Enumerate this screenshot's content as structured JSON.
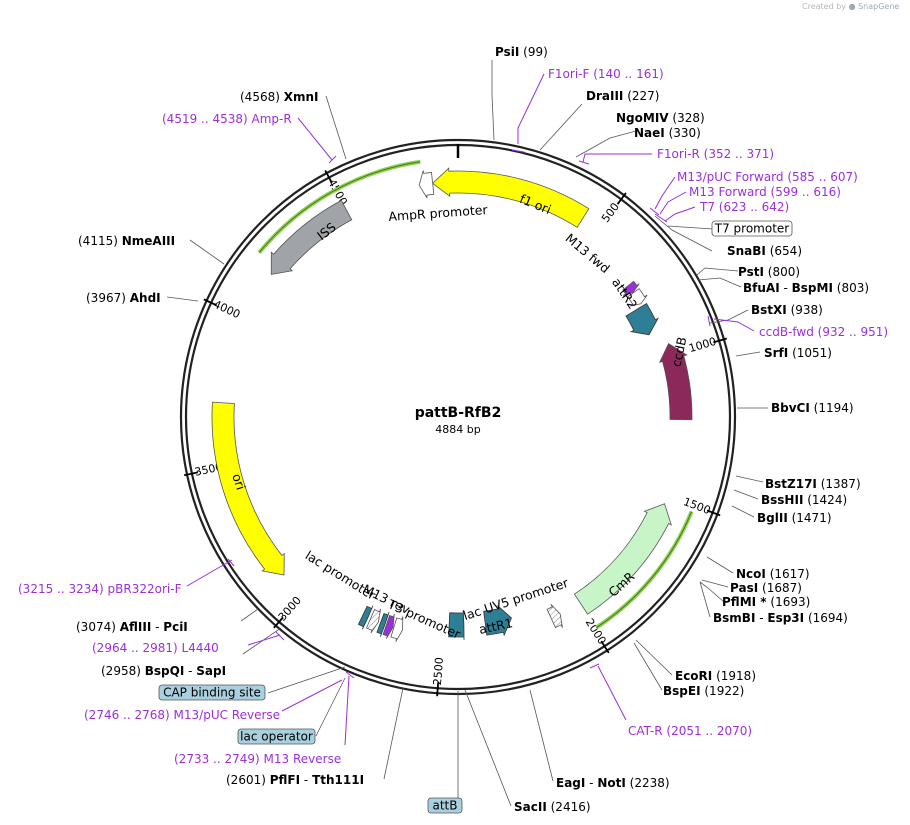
{
  "credit": {
    "prefix": "Created by",
    "brand": "SnapGene"
  },
  "plasmid": {
    "name": "pattB-RfB2",
    "length_label": "4884 bp"
  },
  "ticks": [
    {
      "label": "500",
      "pos": 500
    },
    {
      "label": "1000",
      "pos": 1000
    },
    {
      "label": "1500",
      "pos": 1500
    },
    {
      "label": "2000",
      "pos": 2000
    },
    {
      "label": "2500",
      "pos": 2500
    },
    {
      "label": "3000",
      "pos": 3000
    },
    {
      "label": "3500",
      "pos": 3500
    },
    {
      "label": "4000",
      "pos": 4000
    },
    {
      "label": "4500",
      "pos": 4500
    }
  ],
  "enzymes": [
    {
      "id": "psii",
      "name": "PsiI",
      "pos_label": "(99)"
    },
    {
      "id": "draiii",
      "name": "DraIII",
      "pos_label": "(227)"
    },
    {
      "id": "ngomiv",
      "name": "NgoMIV",
      "pos_label": "(328)"
    },
    {
      "id": "naei",
      "name": "NaeI",
      "pos_label": "(330)"
    },
    {
      "id": "snabi",
      "name": "SnaBI",
      "pos_label": "(654)"
    },
    {
      "id": "psti",
      "name": "PstI",
      "pos_label": "(800)"
    },
    {
      "id": "bfuai",
      "name": "BfuAI",
      "sep": " - ",
      "name2": "BspMI",
      "pos_label": "(803)"
    },
    {
      "id": "bstxi",
      "name": "BstXI",
      "pos_label": "(938)"
    },
    {
      "id": "srfi",
      "name": "SrfI",
      "pos_label": "(1051)"
    },
    {
      "id": "bbvci",
      "name": "BbvCI",
      "pos_label": "(1194)"
    },
    {
      "id": "bstz17i",
      "name": "BstZ17I",
      "pos_label": "(1387)"
    },
    {
      "id": "bsshii",
      "name": "BssHII",
      "pos_label": "(1424)"
    },
    {
      "id": "bglii",
      "name": "BglII",
      "pos_label": "(1471)"
    },
    {
      "id": "ncoi",
      "name": "NcoI",
      "pos_label": "(1617)"
    },
    {
      "id": "pasi",
      "name": "PasI",
      "pos_label": "(1687)"
    },
    {
      "id": "pflmi",
      "name": "PflMI *",
      "pos_label": "(1693)"
    },
    {
      "id": "bsmbi",
      "name": "BsmBI",
      "sep": " - ",
      "name2": "Esp3I",
      "pos_label": "(1694)"
    },
    {
      "id": "ecori",
      "name": "EcoRI",
      "pos_label": "(1918)"
    },
    {
      "id": "bspei",
      "name": "BspEI",
      "pos_label": "(1922)"
    },
    {
      "id": "eagi",
      "name": "EagI",
      "sep": " - ",
      "name2": "NotI",
      "pos_label": "(2238)"
    },
    {
      "id": "sacii",
      "name": "SacII",
      "pos_label": "(2416)"
    },
    {
      "id": "pflfi",
      "name": "PflFI",
      "sep": " - ",
      "name2": "Tth111I",
      "pos_label": "(2601)"
    },
    {
      "id": "bspqi",
      "name": "BspQI",
      "sep": " - ",
      "name2": "SapI",
      "pos_label": "(2958)"
    },
    {
      "id": "afliii",
      "name": "AflIII",
      "sep": " - ",
      "name2": "PciI",
      "pos_label": "(3074)"
    },
    {
      "id": "ahdi",
      "name": "AhdI",
      "pos_label": "(3967)"
    },
    {
      "id": "nmeaiii",
      "name": "NmeAIII",
      "pos_label": "(4115)"
    },
    {
      "id": "xmni",
      "name": "XmnI",
      "pos_label": "(4568)"
    }
  ],
  "primers": [
    {
      "id": "f1ori-f",
      "name": "F1ori-F",
      "range": "(140 .. 161)"
    },
    {
      "id": "f1ori-r",
      "name": "F1ori-R",
      "range": "(352 .. 371)"
    },
    {
      "id": "m13puc-fwd",
      "name": "M13/pUC Forward",
      "range": "(585 .. 607)"
    },
    {
      "id": "m13-fwd",
      "name": "M13 Forward",
      "range": "(599 .. 616)"
    },
    {
      "id": "t7",
      "name": "T7",
      "range": "(623 .. 642)"
    },
    {
      "id": "ccdb-fwd",
      "name": "ccdB-fwd",
      "range": "(932 .. 951)"
    },
    {
      "id": "cat-r",
      "name": "CAT-R",
      "range": "(2051 .. 2070)"
    },
    {
      "id": "m13-reverse",
      "name": "M13 Reverse",
      "range": "(2733 .. 2749)"
    },
    {
      "id": "m13puc-rev",
      "name": "M13/pUC Reverse",
      "range": "(2746 .. 2768)"
    },
    {
      "id": "l4440",
      "name": "L4440",
      "range": "(2964 .. 2981)"
    },
    {
      "id": "pbr322ori-f",
      "name": "pBR322ori-F",
      "range": "(3215 .. 3234)"
    },
    {
      "id": "amp-r",
      "name": "Amp-R",
      "range": "(4519 .. 4538)"
    }
  ],
  "boxed_features": [
    {
      "id": "t7-promoter",
      "name": "T7 promoter",
      "fill": "#ffffff"
    },
    {
      "id": "cap-site",
      "name": "CAP binding site",
      "fill": "#a8d0de"
    },
    {
      "id": "lac-operator",
      "name": "lac operator",
      "fill": "#a8d0de"
    },
    {
      "id": "attb",
      "name": "attB",
      "fill": "#a8d0de"
    }
  ],
  "features": [
    {
      "id": "f1-ori",
      "name": "f1 ori",
      "color": "#ffff00"
    },
    {
      "id": "ampr-promoter",
      "name": "AmpR promoter",
      "color": "#ffffff"
    },
    {
      "id": "iss",
      "name": "ISS",
      "color": "#a0a4a8"
    },
    {
      "id": "ccdb",
      "name": "ccdB",
      "color": "#8b2a5a"
    },
    {
      "id": "cmr",
      "name": "CmR",
      "color": "#c8f5c8"
    },
    {
      "id": "ori",
      "name": "ori",
      "color": "#ffff00"
    },
    {
      "id": "attr1",
      "name": "attR1",
      "color": "#2e7f96"
    },
    {
      "id": "attr2",
      "name": "attR2",
      "color": "#2e7f96"
    },
    {
      "id": "lac-uv5",
      "name": "lac UV5 promoter",
      "color": "#ffffff"
    },
    {
      "id": "t3-promoter",
      "name": "T3 promoter",
      "color": "#ffffff"
    },
    {
      "id": "m13-rev",
      "name": "M13 rev",
      "color": "#9b30d9"
    },
    {
      "id": "lac-promoter",
      "name": "lac promoter",
      "color": "#ffffff"
    },
    {
      "id": "m13-fwd-feat",
      "name": "M13 fwd",
      "color": "#9b30d9"
    }
  ]
}
